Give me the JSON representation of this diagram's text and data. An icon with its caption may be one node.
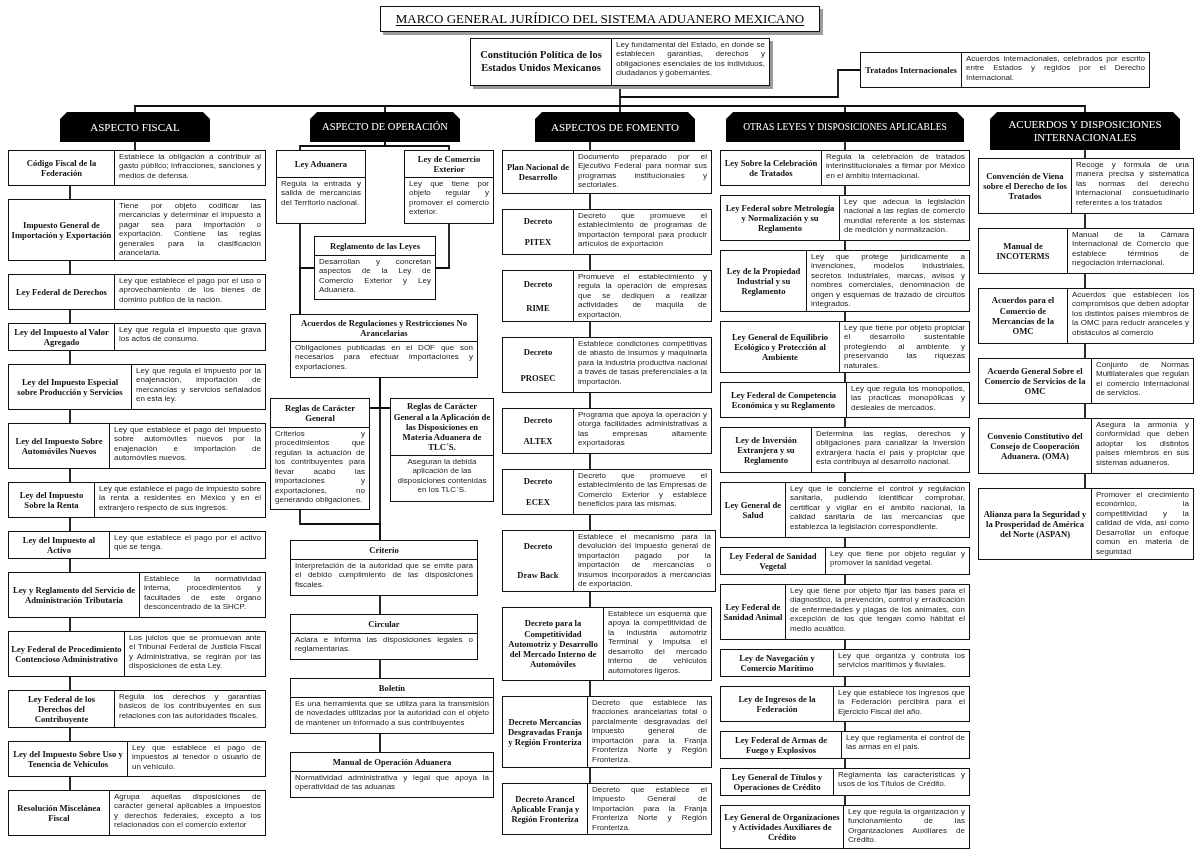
{
  "diagram": {
    "title": "MARCO GENERAL JURÍDICO DEL SISTEMA ADUANERO MEXICANO",
    "nodes": [
      {
        "text": [
          "Constitución Política de los Estados Unidos Mexicanos",
          "Ley fundamental del Estado, en donde se establecen garantías, derechos y obligaciones esenciales de los individuos, ciudadanos y gobernantes."
        ]
      },
      {
        "text": [
          "Tratados Internacionales",
          "Acuerdos internacionales, celebrados por escrito entre Estados y regidos por el Derecho Internacional."
        ]
      },
      {
        "text": [
          "ASPECTO FISCAL"
        ]
      },
      {
        "text": [
          "ASPECTO DE OPERACIÓN"
        ]
      },
      {
        "text": [
          "ASPECTOS DE FOMENTO"
        ]
      },
      {
        "text": [
          "OTRAS LEYES Y DISPOSICIONES APLICABLES"
        ]
      },
      {
        "text": [
          "ACUERDOS Y DISPOSICIONES INTERNACIONALES"
        ]
      },
      {
        "text": [
          "Código Fiscal de la Federación",
          "Establece la obligación a contribuir al gasto público; infracciones, sanciones y medios de defensa."
        ]
      },
      {
        "text": [
          "Impuesto General de Importación y Exportación",
          "Tiene por objeto codificar las mercancías y determinar el impuesto a pagar sea para importación o exportación. Contiene las reglas generales para la clasificación arancelaria."
        ]
      },
      {
        "text": [
          "Ley Federal de Derechos",
          "Ley que establece el pago por el uso o aprovechamiento de los bienes de dominio publico de la nación."
        ]
      },
      {
        "text": [
          "Ley del Impuesto al Valor Agregado",
          "Ley que regula el impuesto que grava los actos de consumo."
        ]
      },
      {
        "text": [
          "Ley del Impuesto Especial sobre Producción y Servicios",
          "Ley que regula el impuesto por la enajenación, importación de mercancías y servicios señalados en esta ley."
        ]
      },
      {
        "text": [
          "Ley del Impuesto Sobre Automóviles Nuevos",
          "Ley que establece el pago del impuesto sobre automóviles nuevos por la enajenación e importación de automóviles nuevos."
        ]
      },
      {
        "text": [
          "Ley del Impuesto Sobre la Renta",
          "Ley que establece el pago de impuesto sobre la renta a residentes en México y en el extranjero respecto de sus ingresos."
        ]
      },
      {
        "text": [
          "Ley del Impuesto al Activo",
          "Ley que establece el pago por el activo que se tenga."
        ]
      },
      {
        "text": [
          "Ley y Reglamento del Servicio de Administración Tributaria",
          "Establece la normatividad interna, procedimientos y facultades de este órgano desconcentrado de la SHCP."
        ]
      },
      {
        "text": [
          "Ley Federal de Procedimiento Contencioso Administrativo",
          "Los juicios que se promuevan ante el Tribunal Federal de Justicia Fiscal y Administrativa, se regirán por las disposiciones de esta Ley."
        ]
      },
      {
        "text": [
          "Ley Federal de los Derechos del Contribuyente",
          "Regula los derechos y garantías básicos de los contribuyentes en sus relaciones con las autoridades fiscales."
        ]
      },
      {
        "text": [
          "Ley del Impuesto Sobre Uso y Tenencia de Vehículos",
          "Ley que establece el pago de impuestos al tenedor o usuario de un vehículo."
        ]
      },
      {
        "text": [
          "Resolución Miscelánea Fiscal",
          "Agrupa aquellas disposiciones de carácter general aplicables a impuestos y derechos federales, excepto a los relacionados con el comercio exterior"
        ]
      },
      {
        "text": [
          "Ley Aduanera",
          "Regula la entrada y salida de mercancías del Territorio nacional."
        ]
      },
      {
        "text": [
          "Ley de Comercio Exterior",
          "Ley que tiene por objeto regular y promover el comercio exterior."
        ]
      },
      {
        "text": [
          "Reglamento de las Leyes",
          "Desarrollan y concretan aspectos de la Ley de Comercio Exterior y Ley Aduanera."
        ]
      },
      {
        "text": [
          "Acuerdos de Regulaciones y Restricciones No Arancelarias",
          "Obligaciones publicadas en el DOF que son necesarios para efectuar importaciones y exportaciones."
        ]
      },
      {
        "text": [
          "Reglas de Carácter General",
          "Criterios y procedimientos que regulan la actuación de los contribuyentes para llevar acabo las importaciones y exportaciones, no generando obligaciones."
        ]
      },
      {
        "text": [
          "Reglas de Carácter General a la Aplicación de las Disposiciones en Materia Aduanera de TLC´S.",
          "Aseguran la debida aplicación de las disposiciones contenidas en los TLC´S."
        ]
      },
      {
        "text": [
          "Criterio",
          "Interpretación de la autoridad que se emite para el debido cumplimiento de las disposiciones fiscales."
        ]
      },
      {
        "text": [
          "Circular",
          "Aclara e informa las disposiciones legales o reglamentarias."
        ]
      },
      {
        "text": [
          "Boletín",
          "Es una herramienta que se utiliza para la transmisión de novedades utilizadas por la autoridad con el objeto de mantener un informado a sus contribuyentes"
        ]
      },
      {
        "text": [
          "Manual de Operación Aduanera",
          "Normatividad administrativa y legal que apoya la operatividad de las aduanas"
        ]
      },
      {
        "text": [
          "Plan Nacional de Desarrollo",
          "Documento preparado por el Ejecutivo Federal para normar sus programas institucionales y sectoriales."
        ]
      },
      {
        "text": [
          "Decreto",
          "PITEX",
          "Decreto que promueve el establecimiento de programas de importación temporal para producir artículos de exportación"
        ]
      },
      {
        "text": [
          "Decreto",
          "RIME",
          "Promueve el establecimiento y regula la operación de empresas que se dediquen a realizar actividades de maquila de exportación."
        ]
      },
      {
        "text": [
          "Decreto",
          "PROSEC",
          "Establece condiciones competitivas de abasto de insumos y maquinaria para la industria productiva nacional a través de tasas preferenciales a la importación."
        ]
      },
      {
        "text": [
          "Decreto",
          "ALTEX",
          "Programa que apoya la operación y otorga facilidades administrativas a las empresas altamente exportadoras"
        ]
      },
      {
        "text": [
          "Decreto",
          "ECEX",
          "Decreto que promueve el establecimiento de las Empresas de Comercio Exterior y establece beneficios para las mismas."
        ]
      },
      {
        "text": [
          "Decreto",
          "Draw Back",
          "Establece el mecanismo para la devolución del impuesto general de importación pagado por la importación de mercancías o insumos incorporados a mercancías de exportación."
        ]
      },
      {
        "text": [
          "Decreto para la Competitividad Automotriz y Desarrollo del Mercado Interno de Automóviles",
          "Establece un esquema que apoya la competitividad de la industria automotriz Terminal y impulsa el desarrollo del mercado interno de vehículos automotores ligeros."
        ]
      },
      {
        "text": [
          "Decreto Mercancías Desgravadas Franja y Región Fronteriza",
          "Decreto que establece las fracciones arancelarias total o parcialmente desgravadas del impuesto general de importación para la Franja Fronteriza Norte y Región Fronteriza."
        ]
      },
      {
        "text": [
          "Decreto Arancel Aplicable Franja y Región Fronteriza",
          "Decreto que establece el Impuesto General de Importación para la Franja Fronteriza Norte y Región Fronteriza."
        ]
      },
      {
        "text": [
          "Ley Sobre la Celebración de Tratados",
          "Regula la celebración de tratados interinstitucionales a firmar por México en el ámbito internacional."
        ]
      },
      {
        "text": [
          "Ley Federal sobre Metrología y Normalización y su Reglamento",
          "Ley que adecua la legislación nacional a las reglas de comercio mundial referente a los sistemas de medición y normalización."
        ]
      },
      {
        "text": [
          "Ley de la Propiedad Industrial y su Reglamento",
          "Ley que protege jurídicamente a invenciones, modelos industriales, secretos industriales, marcas, avisos y nombres comerciales, denominación de origen y esquemas de trazado de circuitos integrados."
        ]
      },
      {
        "text": [
          "Ley General de Equilibrio Ecológico y Protección al Ambiente",
          "Ley que tiene por objeto propiciar el desarrollo sustentable protegiendo al ambiente y preservando las riquezas naturales."
        ]
      },
      {
        "text": [
          "Ley Federal de Competencia Económica y su Reglamento",
          "Ley que regula los monopolios, las prácticas monopólicas y desleales de mercados."
        ]
      },
      {
        "text": [
          "Ley de Inversión Extranjera y su Reglamento",
          "Determina las reglas, derechos y obligaciones para canalizar la inversión extranjera hacia el país y propiciar que esta contribuya al desarrollo nacional."
        ]
      },
      {
        "text": [
          "Ley General de Salud",
          "Ley que le concierne el control y regulación sanitaria, pudiendo identificar comprobar, certificar y vigilar en el ámbito nacional, la calidad sanitaria de las mercancías que establezca la legislación correspondiente."
        ]
      },
      {
        "text": [
          "Ley Federal de Sanidad Vegetal",
          "Ley que tiene por objeto regular y promover la sanidad vegetal."
        ]
      },
      {
        "text": [
          "Ley Federal de Sanidad Animal",
          "Ley que tiene por objeto fijar las bases para el diagnostico, la prevención, control y erradicación de enfermedades y plagas de los animales, con excepción de los que tengan como hábitat el medio acuático."
        ]
      },
      {
        "text": [
          "Ley de Navegación y Comercio Marítimo",
          "Ley que organiza y controla los servicios marítimos y fluviales."
        ]
      },
      {
        "text": [
          "Ley de Ingresos de la Federación",
          "Ley que establece los ingresos que la Federación percibirá para el Ejercicio Fiscal del año."
        ]
      },
      {
        "text": [
          "Ley Federal de Armas de Fuego y Explosivos",
          "Ley que reglamenta el control de las armas en el país."
        ]
      },
      {
        "text": [
          "Ley General de Títulos y Operaciones de Crédito",
          "Reglamenta las características y usos de los Títulos de Crédito."
        ]
      },
      {
        "text": [
          "Ley General de Organizaciones y Actividades Auxiliares de Crédito",
          "Ley que regula la organización y funcionamiento de las Organizaciones Auxiliares de Crédito."
        ]
      },
      {
        "text": [
          "Convención de Viena sobre el Derecho de los Tratados",
          "Recoge y formula de una manera precisa y sistemática las normas del derecho internacional consuetudinario referentes a los tratados"
        ]
      },
      {
        "text": [
          "Manual de INCOTERMS",
          "Manual de la Cámara Internacional de Comercio que establece términos de negociación internacional."
        ]
      },
      {
        "text": [
          "Acuerdos para el Comercio de Mercancías de la OMC",
          "Acuerdos que establecen los compromisos que deben adoptar los distintos países miembros de la OMC para reducir aranceles y obstáculos al comercio"
        ]
      },
      {
        "text": [
          "Acuerdo General Sobre el Comercio de Servicios de la OMC",
          "Conjunto de Normas Multilaterales que regulan el comercio internacional de servicios."
        ]
      },
      {
        "text": [
          "Convenio Constitutivo del Consejo de Cooperación Aduanera. (OMA)",
          "Asegura la armonía y conformidad que deben adoptar los distintos países miembros en sus sistemas aduaneros."
        ]
      },
      {
        "text": [
          "Alianza para la Seguridad y la Prosperidad de América del Norte (ASPAN)",
          "Promover el crecimiento económico, la competitividad y la calidad de vida, así como Desarrollar un enfoque común en materia de seguridad"
        ]
      }
    ],
    "edges": [
      {
        "from": 0,
        "to": 2,
        "arrow": "none"
      },
      {
        "from": 0,
        "to": 3,
        "arrow": "none"
      },
      {
        "from": 0,
        "to": 4,
        "arrow": "none"
      },
      {
        "from": 0,
        "to": 5,
        "arrow": "none"
      },
      {
        "from": 0,
        "to": 6,
        "arrow": "none"
      },
      {
        "from": 1,
        "to": 2,
        "arrow": "none"
      },
      {
        "from": 1,
        "to": 3,
        "arrow": "none"
      },
      {
        "from": 1,
        "to": 4,
        "arrow": "none"
      },
      {
        "from": 1,
        "to": 5,
        "arrow": "none"
      },
      {
        "from": 1,
        "to": 6,
        "arrow": "none"
      },
      {
        "from": 2,
        "to": 7,
        "arrow": "none"
      },
      {
        "from": 7,
        "to": 8,
        "arrow": "none"
      },
      {
        "from": 8,
        "to": 9,
        "arrow": "none"
      },
      {
        "from": 9,
        "to": 10,
        "arrow": "none"
      },
      {
        "from": 10,
        "to": 11,
        "arrow": "none"
      },
      {
        "from": 11,
        "to": 12,
        "arrow": "none"
      },
      {
        "from": 12,
        "to": 13,
        "arrow": "none"
      },
      {
        "from": 13,
        "to": 14,
        "arrow": "none"
      },
      {
        "from": 14,
        "to": 15,
        "arrow": "none"
      },
      {
        "from": 15,
        "to": 16,
        "arrow": "none"
      },
      {
        "from": 16,
        "to": 17,
        "arrow": "none"
      },
      {
        "from": 17,
        "to": 18,
        "arrow": "none"
      },
      {
        "from": 18,
        "to": 19,
        "arrow": "none"
      },
      {
        "from": 3,
        "to": 20,
        "arrow": "none"
      },
      {
        "from": 3,
        "to": 21,
        "arrow": "none"
      },
      {
        "from": 20,
        "to": 23,
        "arrow": "none"
      },
      {
        "from": 21,
        "to": 22,
        "arrow": "none"
      },
      {
        "from": 22,
        "to": 23,
        "arrow": "none"
      },
      {
        "from": 23,
        "to": 24,
        "arrow": "none"
      },
      {
        "from": 23,
        "to": 25,
        "arrow": "none"
      },
      {
        "from": 24,
        "to": 26,
        "arrow": "none"
      },
      {
        "from": 23,
        "to": 26,
        "arrow": "none"
      },
      {
        "from": 26,
        "to": 27,
        "arrow": "none"
      },
      {
        "from": 27,
        "to": 28,
        "arrow": "none"
      },
      {
        "from": 28,
        "to": 29,
        "arrow": "none"
      },
      {
        "from": 4,
        "to": 30,
        "arrow": "none"
      },
      {
        "from": 30,
        "to": 31,
        "arrow": "none"
      },
      {
        "from": 31,
        "to": 32,
        "arrow": "none"
      },
      {
        "from": 32,
        "to": 33,
        "arrow": "none"
      },
      {
        "from": 33,
        "to": 34,
        "arrow": "none"
      },
      {
        "from": 34,
        "to": 35,
        "arrow": "none"
      },
      {
        "from": 35,
        "to": 36,
        "arrow": "none"
      },
      {
        "from": 36,
        "to": 37,
        "arrow": "none"
      },
      {
        "from": 37,
        "to": 38,
        "arrow": "none"
      },
      {
        "from": 38,
        "to": 39,
        "arrow": "none"
      },
      {
        "from": 5,
        "to": 40,
        "arrow": "none"
      },
      {
        "from": 40,
        "to": 41,
        "arrow": "none"
      },
      {
        "from": 41,
        "to": 42,
        "arrow": "none"
      },
      {
        "from": 42,
        "to": 43,
        "arrow": "none"
      },
      {
        "from": 43,
        "to": 44,
        "arrow": "none"
      },
      {
        "from": 44,
        "to": 45,
        "arrow": "none"
      },
      {
        "from": 45,
        "to": 46,
        "arrow": "none"
      },
      {
        "from": 46,
        "to": 47,
        "arrow": "none"
      },
      {
        "from": 47,
        "to": 48,
        "arrow": "none"
      },
      {
        "from": 48,
        "to": 49,
        "arrow": "none"
      },
      {
        "from": 49,
        "to": 50,
        "arrow": "none"
      },
      {
        "from": 50,
        "to": 51,
        "arrow": "none"
      },
      {
        "from": 51,
        "to": 52,
        "arrow": "none"
      },
      {
        "from": 52,
        "to": 53,
        "arrow": "none"
      },
      {
        "from": 6,
        "to": 54,
        "arrow": "none"
      },
      {
        "from": 54,
        "to": 55,
        "arrow": "none"
      },
      {
        "from": 55,
        "to": 56,
        "arrow": "none"
      },
      {
        "from": 56,
        "to": 57,
        "arrow": "none"
      },
      {
        "from": 57,
        "to": 58,
        "arrow": "none"
      },
      {
        "from": 58,
        "to": 59,
        "arrow": "none"
      }
    ]
  }
}
